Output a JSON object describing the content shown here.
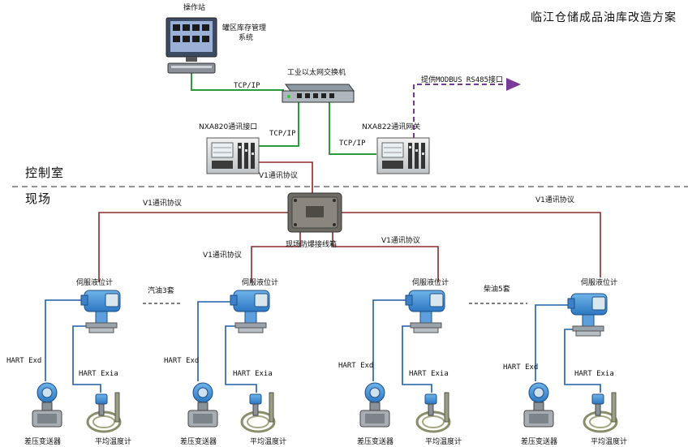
{
  "title": "临江仓储成品油库改造方案",
  "zones": {
    "control_room": "控制室",
    "field": "现场"
  },
  "control": {
    "station_label": "操作站",
    "station_desc_1": "罐区库存管理",
    "station_desc_2": "系统",
    "switch_label": "工业以太网交换机",
    "tcp_station": "TCP/IP",
    "tcp_left": "TCP/IP",
    "tcp_right": "TCP/IP",
    "nxa820": "NXA820通讯接口",
    "nxa822": "NXA822通讯网关",
    "modbus": "提供MODBUS RS485接口",
    "v1_down": "V1通讯协议"
  },
  "field": {
    "junction_box": "现场防爆接线箱",
    "v1_far_left": "V1通讯协议",
    "v1_far_right": "V1通讯协议",
    "v1_mid_left": "V1通讯协议",
    "v1_mid_right": "V1通讯协议",
    "gasoline": "汽油3套",
    "diesel": "柴油5套"
  },
  "groups": [
    {
      "servo": "伺服液位计",
      "hart_exd": "HART Exd",
      "hart_exia": "HART Exia",
      "dp": "差压变送器",
      "temp": "平均温度计"
    },
    {
      "servo": "伺服液位计",
      "hart_exd": "HART Exd",
      "hart_exia": "HART Exia",
      "dp": "差压变送器",
      "temp": "平均温度计"
    },
    {
      "servo": "伺服液位计",
      "hart_exd": "HART Exd",
      "hart_exia": "HART Exia",
      "dp": "差压变送器",
      "temp": "平均温度计"
    },
    {
      "servo": "伺服液位计",
      "hart_exd": "HART Exd",
      "hart_exia": "HART Exia",
      "dp": "差压变送器",
      "temp": "平均温度计"
    }
  ],
  "colors": {
    "ethernet": "#2a9a3a",
    "v1_bus": "#8b2a2a",
    "hart": "#1f5fa8",
    "modbus": "#7a3a9a",
    "divider": "#555555"
  }
}
